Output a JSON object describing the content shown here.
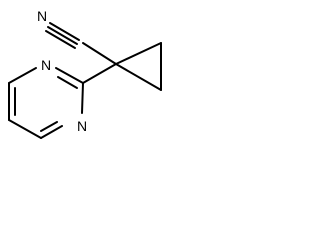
{
  "molecule": {
    "atoms": {
      "nitrile_nitrogen": "N",
      "ring_nitrogen_upper": "N",
      "ring_nitrogen_lower": "N"
    },
    "colors": {
      "bond": "#000000",
      "label": "#000000",
      "background": "#ffffff"
    }
  }
}
